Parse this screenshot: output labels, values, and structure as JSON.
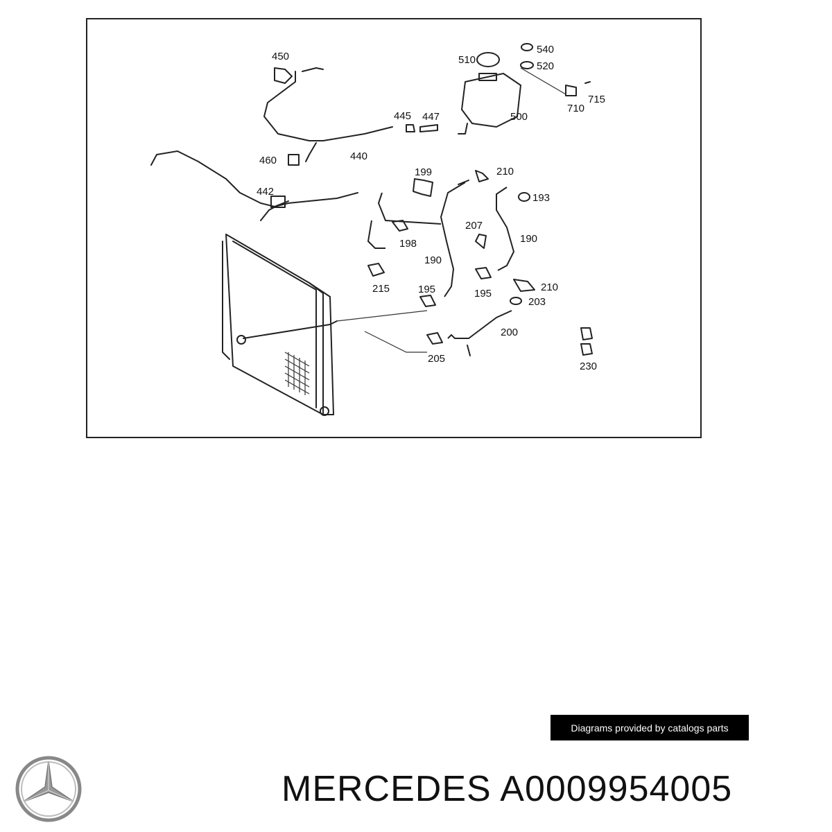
{
  "diagram": {
    "callouts": [
      "450",
      "510",
      "540",
      "520",
      "715",
      "710",
      "500",
      "445",
      "447",
      "440",
      "460",
      "442",
      "199",
      "210",
      "193",
      "207",
      "198",
      "190",
      "190",
      "215",
      "195",
      "195",
      "210",
      "203",
      "200",
      "205",
      "230"
    ]
  },
  "credit": {
    "text": "Diagrams provided by catalogs parts"
  },
  "logo": {
    "icon": "mercedes-star-icon",
    "color": "#888888"
  },
  "title": {
    "text": "MERCEDES A0009954005"
  }
}
